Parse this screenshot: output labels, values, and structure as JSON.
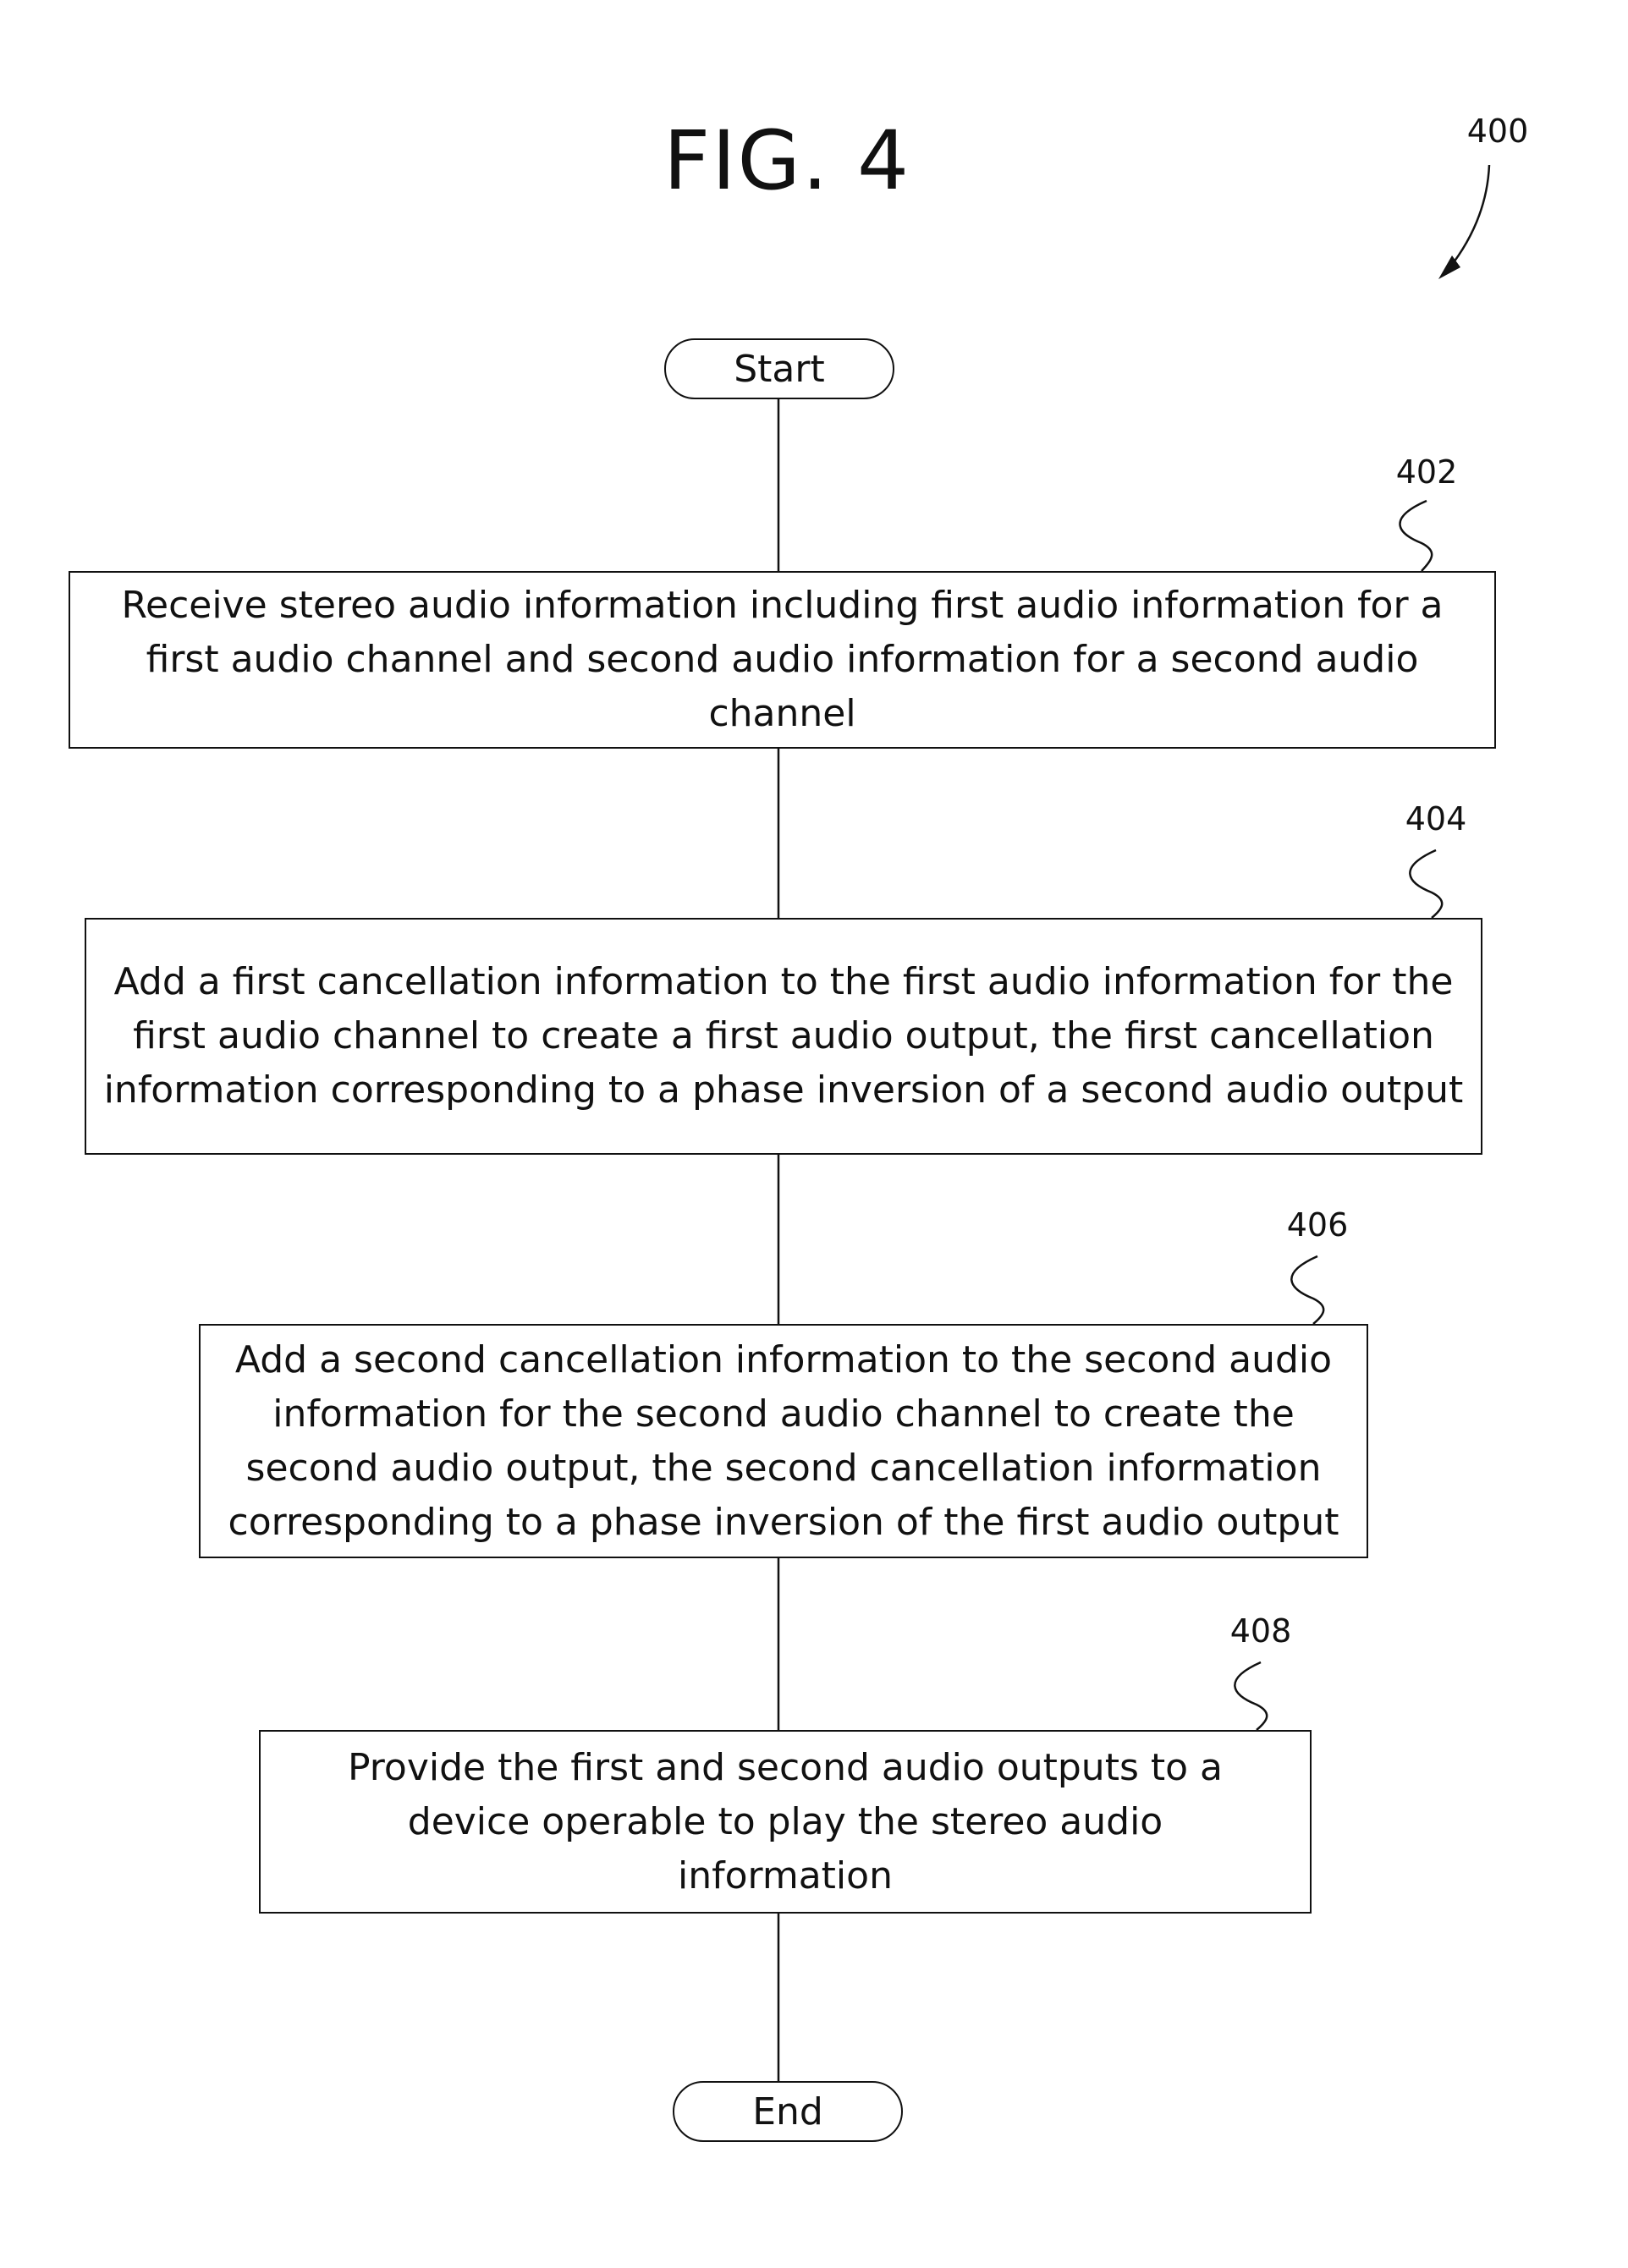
{
  "figure": {
    "title": "FIG. 4",
    "reference": "400"
  },
  "flowchart": {
    "start_label": "Start",
    "end_label": "End",
    "steps": [
      {
        "ref": "402",
        "text": "Receive stereo audio information including first audio information for a first audio channel and second audio information for a second audio channel"
      },
      {
        "ref": "404",
        "text": "Add a first cancellation information to the first audio information for the first audio channel to create a first audio output, the first cancellation information corresponding to a phase inversion of a second audio output"
      },
      {
        "ref": "406",
        "text": "Add a second cancellation information to the second audio information for the second audio channel to create the second audio output, the second cancellation information corresponding to a phase inversion of the first audio output"
      },
      {
        "ref": "408",
        "text": "Provide the first and second audio outputs to a device operable to play the stereo audio information"
      }
    ]
  }
}
